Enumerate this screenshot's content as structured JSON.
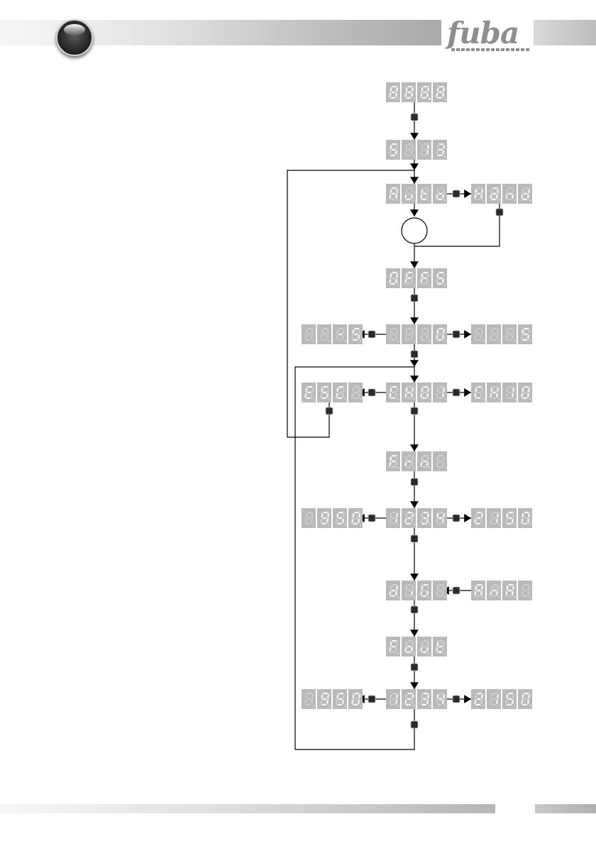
{
  "header": {
    "brand": "fuba",
    "page_number": ""
  },
  "colors": {
    "display_bg": "#b9b9b9",
    "segment_on": "#f4f4f4",
    "segment_off": "#cdcdcd",
    "line": "#000000",
    "button": "#2a2a2a"
  },
  "diagram": {
    "type": "flowchart",
    "displays": [
      {
        "id": "d_test",
        "digits": [
          "8",
          "8",
          "8",
          "8"
        ],
        "dp": [
          false,
          false,
          true,
          false
        ],
        "dim": [
          false,
          false,
          false,
          false
        ]
      },
      {
        "id": "d_version",
        "digits": [
          "S",
          "8",
          "1",
          "3"
        ],
        "dp": [
          false,
          false,
          false,
          false
        ],
        "dim": [
          false,
          true,
          false,
          false
        ]
      },
      {
        "id": "d_auto",
        "digits": [
          "A",
          "u",
          "t",
          "o"
        ],
        "dp": [
          false,
          false,
          false,
          false
        ],
        "dim": [
          false,
          false,
          false,
          false
        ]
      },
      {
        "id": "d_hand",
        "digits": [
          "H",
          "a",
          "n",
          "d"
        ],
        "dp": [
          false,
          false,
          false,
          false
        ],
        "dim": [
          false,
          false,
          false,
          false
        ]
      },
      {
        "id": "d_offs",
        "digits": [
          "O",
          "F",
          "F",
          "S"
        ],
        "dp": [
          false,
          false,
          false,
          false
        ],
        "dim": [
          false,
          false,
          false,
          false
        ]
      },
      {
        "id": "d_offs_neg",
        "digits": [
          "8",
          "8",
          "-",
          "S"
        ],
        "dp": [
          false,
          false,
          false,
          false
        ],
        "dim": [
          true,
          true,
          false,
          false
        ]
      },
      {
        "id": "d_offs_zero",
        "digits": [
          "8",
          "8",
          "8",
          "0"
        ],
        "dp": [
          false,
          false,
          false,
          false
        ],
        "dim": [
          true,
          true,
          true,
          false
        ]
      },
      {
        "id": "d_offs_pos",
        "digits": [
          "8",
          "8",
          "8",
          "S"
        ],
        "dp": [
          false,
          false,
          false,
          false
        ],
        "dim": [
          true,
          true,
          true,
          false
        ]
      },
      {
        "id": "d_esc",
        "digits": [
          "E",
          "S",
          "C",
          "8"
        ],
        "dp": [
          false,
          false,
          false,
          false
        ],
        "dim": [
          false,
          false,
          false,
          true
        ]
      },
      {
        "id": "d_ch01",
        "digits": [
          "C",
          "H",
          "0",
          "1"
        ],
        "dp": [
          false,
          false,
          false,
          false
        ],
        "dim": [
          false,
          false,
          false,
          false
        ]
      },
      {
        "id": "d_ch10",
        "digits": [
          "C",
          "H",
          "1",
          "0"
        ],
        "dp": [
          false,
          false,
          false,
          false
        ],
        "dim": [
          false,
          false,
          false,
          false
        ]
      },
      {
        "id": "d_fin",
        "digits": [
          "F",
          "r",
          "n",
          "8"
        ],
        "dp": [
          false,
          false,
          false,
          false
        ],
        "dim": [
          false,
          false,
          false,
          true
        ]
      },
      {
        "id": "d_fin_min",
        "digits": [
          "8",
          "9",
          "5",
          "0"
        ],
        "dp": [
          false,
          false,
          false,
          false
        ],
        "dim": [
          true,
          false,
          false,
          false
        ]
      },
      {
        "id": "d_fin_val",
        "digits": [
          "1",
          "2",
          "3",
          "4"
        ],
        "dp": [
          false,
          false,
          false,
          false
        ],
        "dim": [
          false,
          false,
          false,
          false
        ]
      },
      {
        "id": "d_fin_max",
        "digits": [
          "2",
          "1",
          "5",
          "0"
        ],
        "dp": [
          false,
          false,
          false,
          false
        ],
        "dim": [
          false,
          false,
          false,
          false
        ]
      },
      {
        "id": "d_dig",
        "digits": [
          "d",
          "i",
          "G",
          "8"
        ],
        "dp": [
          false,
          false,
          false,
          false
        ],
        "dim": [
          false,
          false,
          false,
          true
        ]
      },
      {
        "id": "d_ana",
        "digits": [
          "A",
          "n",
          "A",
          "8"
        ],
        "dp": [
          false,
          false,
          false,
          false
        ],
        "dim": [
          false,
          false,
          false,
          true
        ]
      },
      {
        "id": "d_fout",
        "digits": [
          "F",
          "o",
          "u",
          "t"
        ],
        "dp": [
          false,
          false,
          false,
          false
        ],
        "dim": [
          false,
          false,
          false,
          false
        ]
      },
      {
        "id": "d_fout_min",
        "digits": [
          "8",
          "9",
          "5",
          "0"
        ],
        "dp": [
          false,
          false,
          false,
          false
        ],
        "dim": [
          true,
          false,
          false,
          false
        ]
      },
      {
        "id": "d_fout_val",
        "digits": [
          "1",
          "2",
          "3",
          "4"
        ],
        "dp": [
          false,
          false,
          false,
          false
        ],
        "dim": [
          false,
          false,
          false,
          false
        ]
      },
      {
        "id": "d_fout_max",
        "digits": [
          "2",
          "1",
          "5",
          "0"
        ],
        "dp": [
          false,
          false,
          false,
          false
        ],
        "dim": [
          false,
          false,
          false,
          false
        ]
      }
    ],
    "automatic_step_marker": ""
  }
}
